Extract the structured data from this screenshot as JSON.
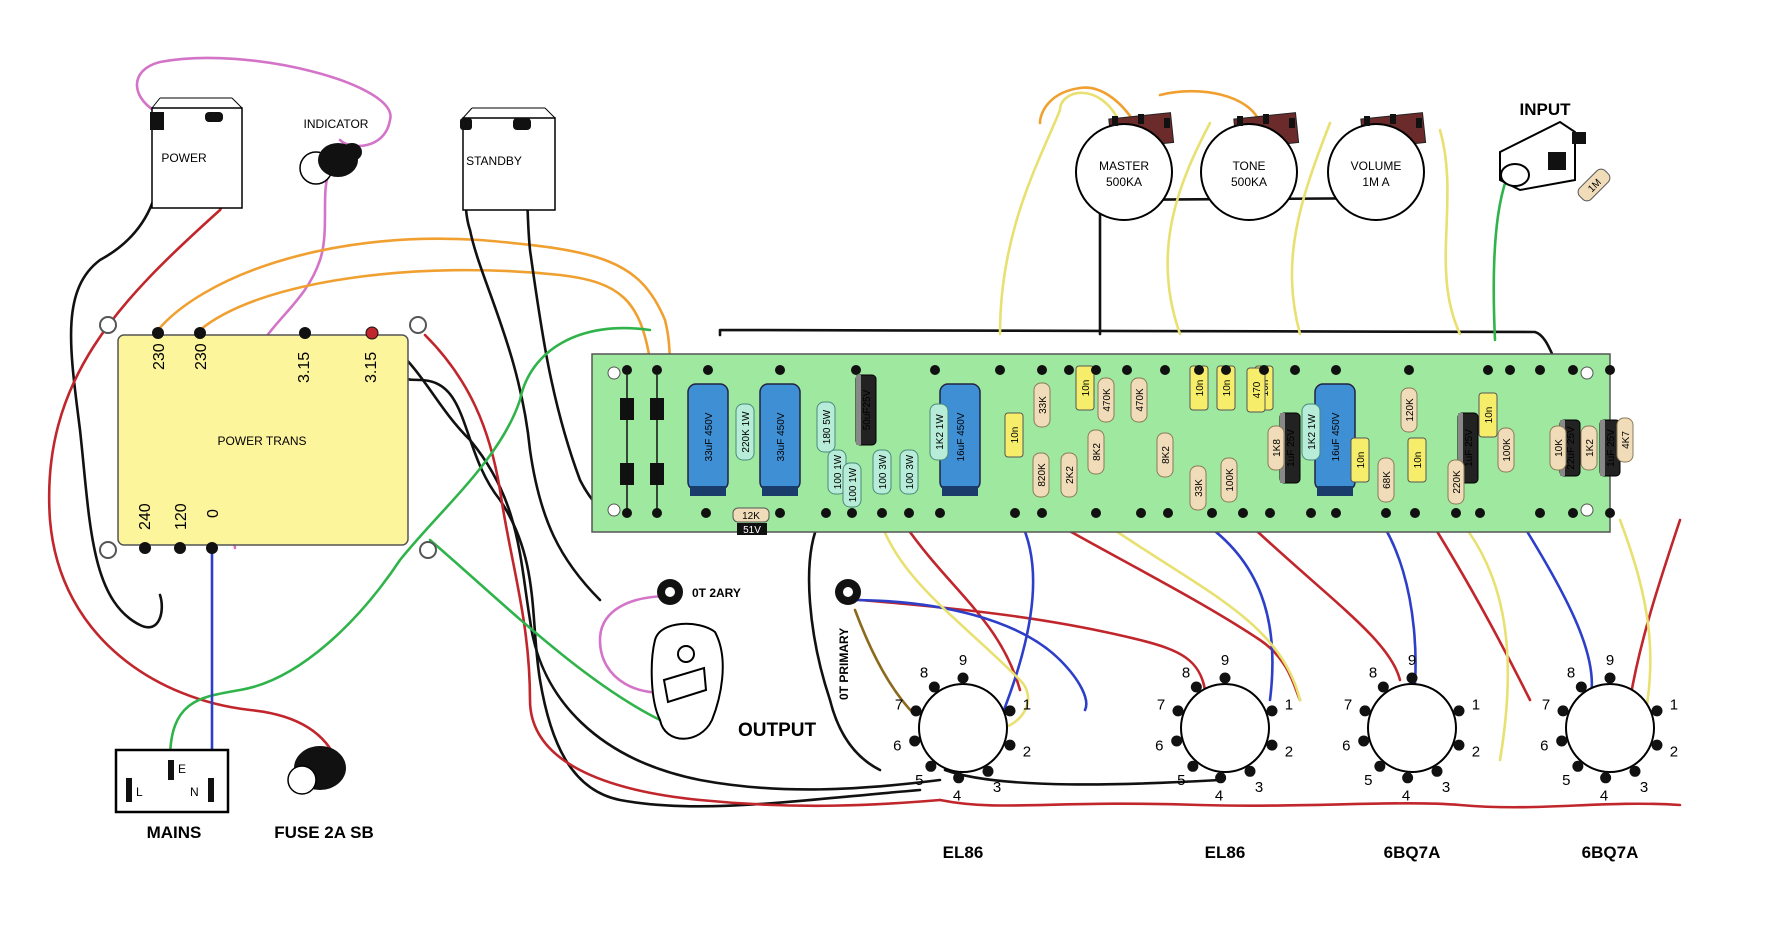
{
  "switches": {
    "power": "POWER",
    "indicator": "INDICATOR",
    "standby": "STANDBY"
  },
  "transformer": {
    "label": "POWER TRANS",
    "taps_top": [
      "230",
      "230",
      "3.15",
      "3.15"
    ],
    "taps_bottom": [
      "240",
      "120",
      "0"
    ]
  },
  "pots": [
    {
      "name": "MASTER",
      "value": "500KA"
    },
    {
      "name": "TONE",
      "value": "500KA"
    },
    {
      "name": "VOLUME",
      "value": "1M A"
    }
  ],
  "input": {
    "label": "INPUT",
    "resistor": "1M"
  },
  "board_components": {
    "caps_big": [
      "33uF 450V",
      "33uF 450V",
      "16uF 450V",
      "16uF 450V"
    ],
    "elec_small": [
      "50uF25V",
      "1uF 25V",
      "1uF 25V",
      "22uF 25V",
      "1uF 25V"
    ],
    "caps_yellow": [
      "10n",
      "10n",
      "10n",
      "10n",
      "10n",
      "470",
      "10n",
      "10n",
      "10n"
    ],
    "resistors_green": [
      "220K 1W",
      "180 5W",
      "100 1W",
      "100 1W",
      "100 3W",
      "100 3W",
      "1K2 1W",
      "1K2 1W"
    ],
    "resistors_beige": [
      "33K",
      "820K",
      "2K2",
      "8K2",
      "470K",
      "470K",
      "8K2",
      "33K",
      "100K",
      "1K8",
      "68K",
      "120K",
      "220K",
      "100K",
      "10K",
      "1K2",
      "4K7"
    ],
    "bottom_parts": [
      "12K",
      "51V"
    ]
  },
  "output_transformer": {
    "secondary": "0T 2ARY",
    "primary": "0T PRIMARY",
    "output": "OUTPUT"
  },
  "mains": {
    "label": "MAINS",
    "terminals": [
      "L",
      "E",
      "N"
    ],
    "fuse": "FUSE 2A SB"
  },
  "valves": [
    {
      "type": "EL86",
      "pins": [
        "1",
        "2",
        "3",
        "4",
        "5",
        "6",
        "7",
        "8",
        "9"
      ]
    },
    {
      "type": "EL86",
      "pins": [
        "1",
        "2",
        "3",
        "4",
        "5",
        "6",
        "7",
        "8",
        "9"
      ]
    },
    {
      "type": "6BQ7A",
      "pins": [
        "1",
        "2",
        "3",
        "4",
        "5",
        "6",
        "7",
        "8",
        "9"
      ]
    },
    {
      "type": "6BQ7A",
      "pins": [
        "1",
        "2",
        "3",
        "4",
        "5",
        "6",
        "7",
        "8",
        "9"
      ]
    }
  ],
  "colors": {
    "board": "#9fe89f",
    "transformer": "#fdf59c",
    "cap_big": "#3f8fd4",
    "cap_yellow": "#f6ee6a",
    "resistor_green": "#b6ecd8",
    "resistor_beige": "#f0dcb8",
    "wire_red": "#c0262b",
    "wire_black": "#111111",
    "wire_green": "#2fb34a",
    "wire_orange": "#f0a030",
    "wire_yellow": "#e8e070",
    "wire_pink": "#d474c8",
    "wire_blue": "#2d3fc8",
    "wire_brown": "#8b6a1e"
  }
}
